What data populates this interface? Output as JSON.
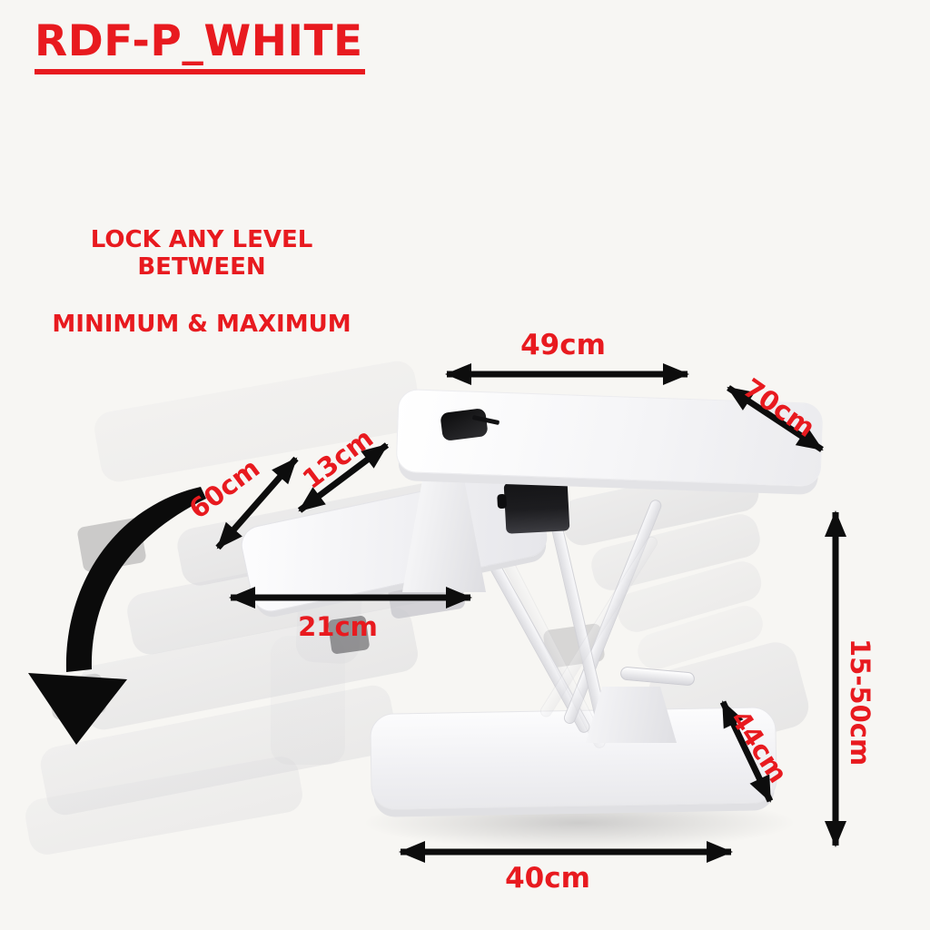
{
  "title": "RDF-P_WHITE",
  "subtitle": {
    "line1": "LOCK ANY LEVEL BETWEEN",
    "line2": "MINIMUM & MAXIMUM"
  },
  "dimension_labels": [
    {
      "id": "desk-width",
      "value": "49cm"
    },
    {
      "id": "desk-depth",
      "value": "70cm"
    },
    {
      "id": "tier-offset",
      "value": "13cm"
    },
    {
      "id": "tray-depth",
      "value": "60cm"
    },
    {
      "id": "tray-width",
      "value": "21cm"
    },
    {
      "id": "height-range",
      "value": "15-50cm"
    },
    {
      "id": "base-depth",
      "value": "44cm"
    },
    {
      "id": "base-width",
      "value": "40cm"
    }
  ],
  "icons": {
    "motion_arrow": "curved-down-arrow"
  },
  "colors": {
    "accent_red": "#e81a1f",
    "arrow_black": "#0d0d0d",
    "background": "#f7f6f3",
    "product_white": "#fdfdfe"
  }
}
